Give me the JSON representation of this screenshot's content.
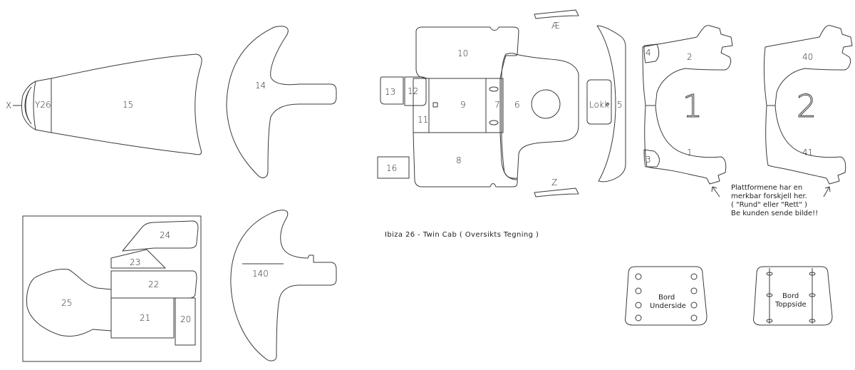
{
  "caption": "Ibiza 26 - Twin Cab ( Oversikts Tegning )",
  "note_lines": [
    "Plattformene har en",
    "merkbar forskjell her.",
    "( \"Rund\" eller \"Rett\" )",
    "Be kunden sende bilde!!"
  ],
  "parts": {
    "p1": "1",
    "p2": "2",
    "p3": "3",
    "p4": "4",
    "p5": "5",
    "p6": "6",
    "p7": "7",
    "p8": "8",
    "p9": "9",
    "p10": "10",
    "p11": "11",
    "p12": "12",
    "p13": "13",
    "p14": "14",
    "p15": "15",
    "p16": "16",
    "p20": "20",
    "p21": "21",
    "p22": "22",
    "p23": "23",
    "p24": "24",
    "p25": "25",
    "p40": "40",
    "p41": "41",
    "p140": "140",
    "x": "X",
    "y26": "Y26",
    "ae": "Æ",
    "z": "Z",
    "lokk": "Lokk",
    "big1": "1",
    "big2": "2"
  },
  "boards": {
    "underside": [
      "Bord",
      "Underside"
    ],
    "topside": [
      "Bord",
      "Toppside"
    ]
  }
}
